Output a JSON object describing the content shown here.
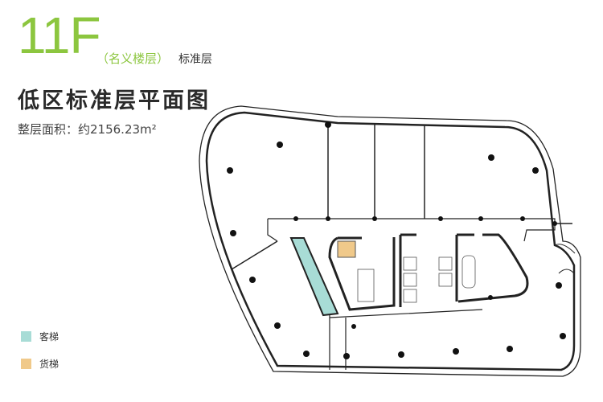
{
  "header": {
    "floor": "11F",
    "nominal": "（名义楼层）",
    "type": "标准层"
  },
  "title": "低区标准层平面图",
  "area": "整层面积：约2156.23m²",
  "legend": [
    {
      "label": "客梯",
      "color": "#a8dcd6"
    },
    {
      "label": "货梯",
      "color": "#f0c98a"
    }
  ]
}
